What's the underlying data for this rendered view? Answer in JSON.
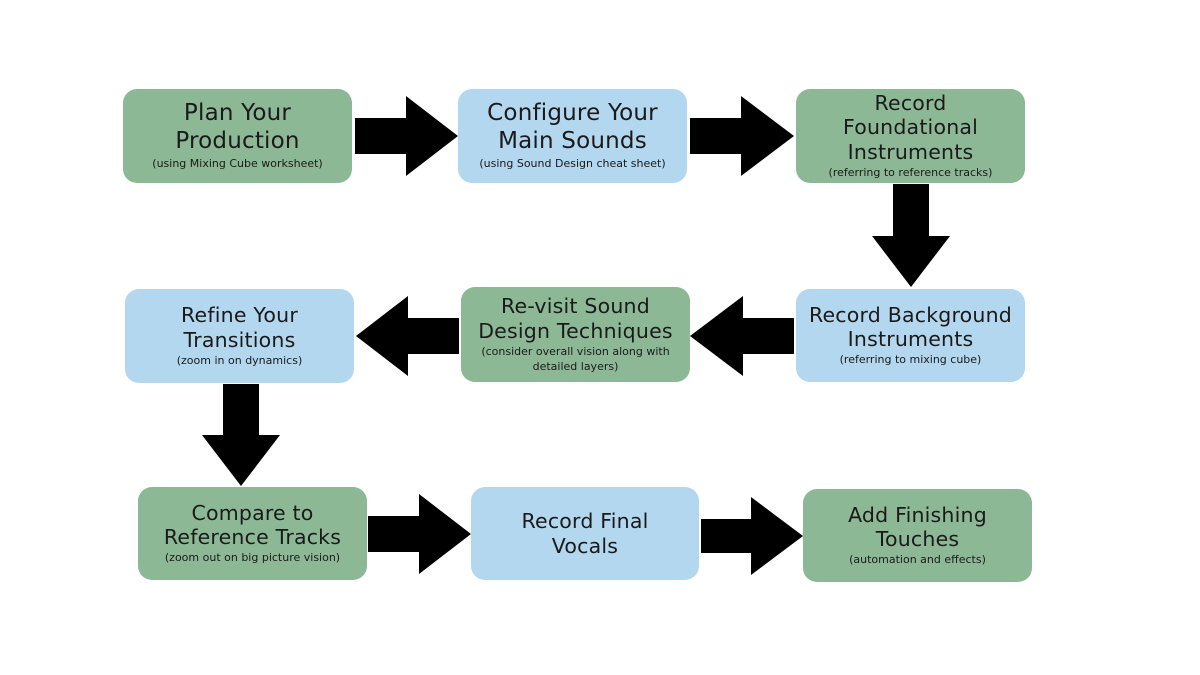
{
  "diagram": {
    "colors": {
      "green": "#8db896",
      "blue": "#b3d7ee",
      "arrow": "#000000"
    },
    "steps": [
      {
        "title_line1": "Plan Your",
        "title_line2": "Production",
        "note": "(using Mixing Cube worksheet)",
        "note_line2": "",
        "color": "green"
      },
      {
        "title_line1": "Configure Your",
        "title_line2": "Main Sounds",
        "note": "(using Sound Design cheat sheet)",
        "note_line2": "",
        "color": "blue"
      },
      {
        "title_line1": "Record Foundational",
        "title_line2": "Instruments",
        "note": "(referring to reference tracks)",
        "note_line2": "",
        "color": "green"
      },
      {
        "title_line1": "Record Background",
        "title_line2": "Instruments",
        "note": "(referring to mixing cube)",
        "note_line2": "",
        "color": "blue"
      },
      {
        "title_line1": "Re-visit Sound",
        "title_line2": "Design Techniques",
        "note": "(consider overall vision along with",
        "note_line2": "detailed layers)",
        "color": "green"
      },
      {
        "title_line1": "Refine Your",
        "title_line2": "Transitions",
        "note": "(zoom in on dynamics)",
        "note_line2": "",
        "color": "blue"
      },
      {
        "title_line1": "Compare to",
        "title_line2": "Reference Tracks",
        "note": "(zoom out on big picture vision)",
        "note_line2": "",
        "color": "green"
      },
      {
        "title_line1": "Record Final",
        "title_line2": "Vocals",
        "note": "",
        "note_line2": "",
        "color": "blue"
      },
      {
        "title_line1": "Add Finishing",
        "title_line2": "Touches",
        "note": "(automation and effects)",
        "note_line2": "",
        "color": "green"
      }
    ],
    "arrows": [
      {
        "from_step": 1,
        "to_step": 2,
        "direction": "right"
      },
      {
        "from_step": 2,
        "to_step": 3,
        "direction": "right"
      },
      {
        "from_step": 3,
        "to_step": 4,
        "direction": "down"
      },
      {
        "from_step": 4,
        "to_step": 5,
        "direction": "left"
      },
      {
        "from_step": 5,
        "to_step": 6,
        "direction": "left"
      },
      {
        "from_step": 6,
        "to_step": 7,
        "direction": "down"
      },
      {
        "from_step": 7,
        "to_step": 8,
        "direction": "right"
      },
      {
        "from_step": 8,
        "to_step": 9,
        "direction": "right"
      }
    ]
  }
}
